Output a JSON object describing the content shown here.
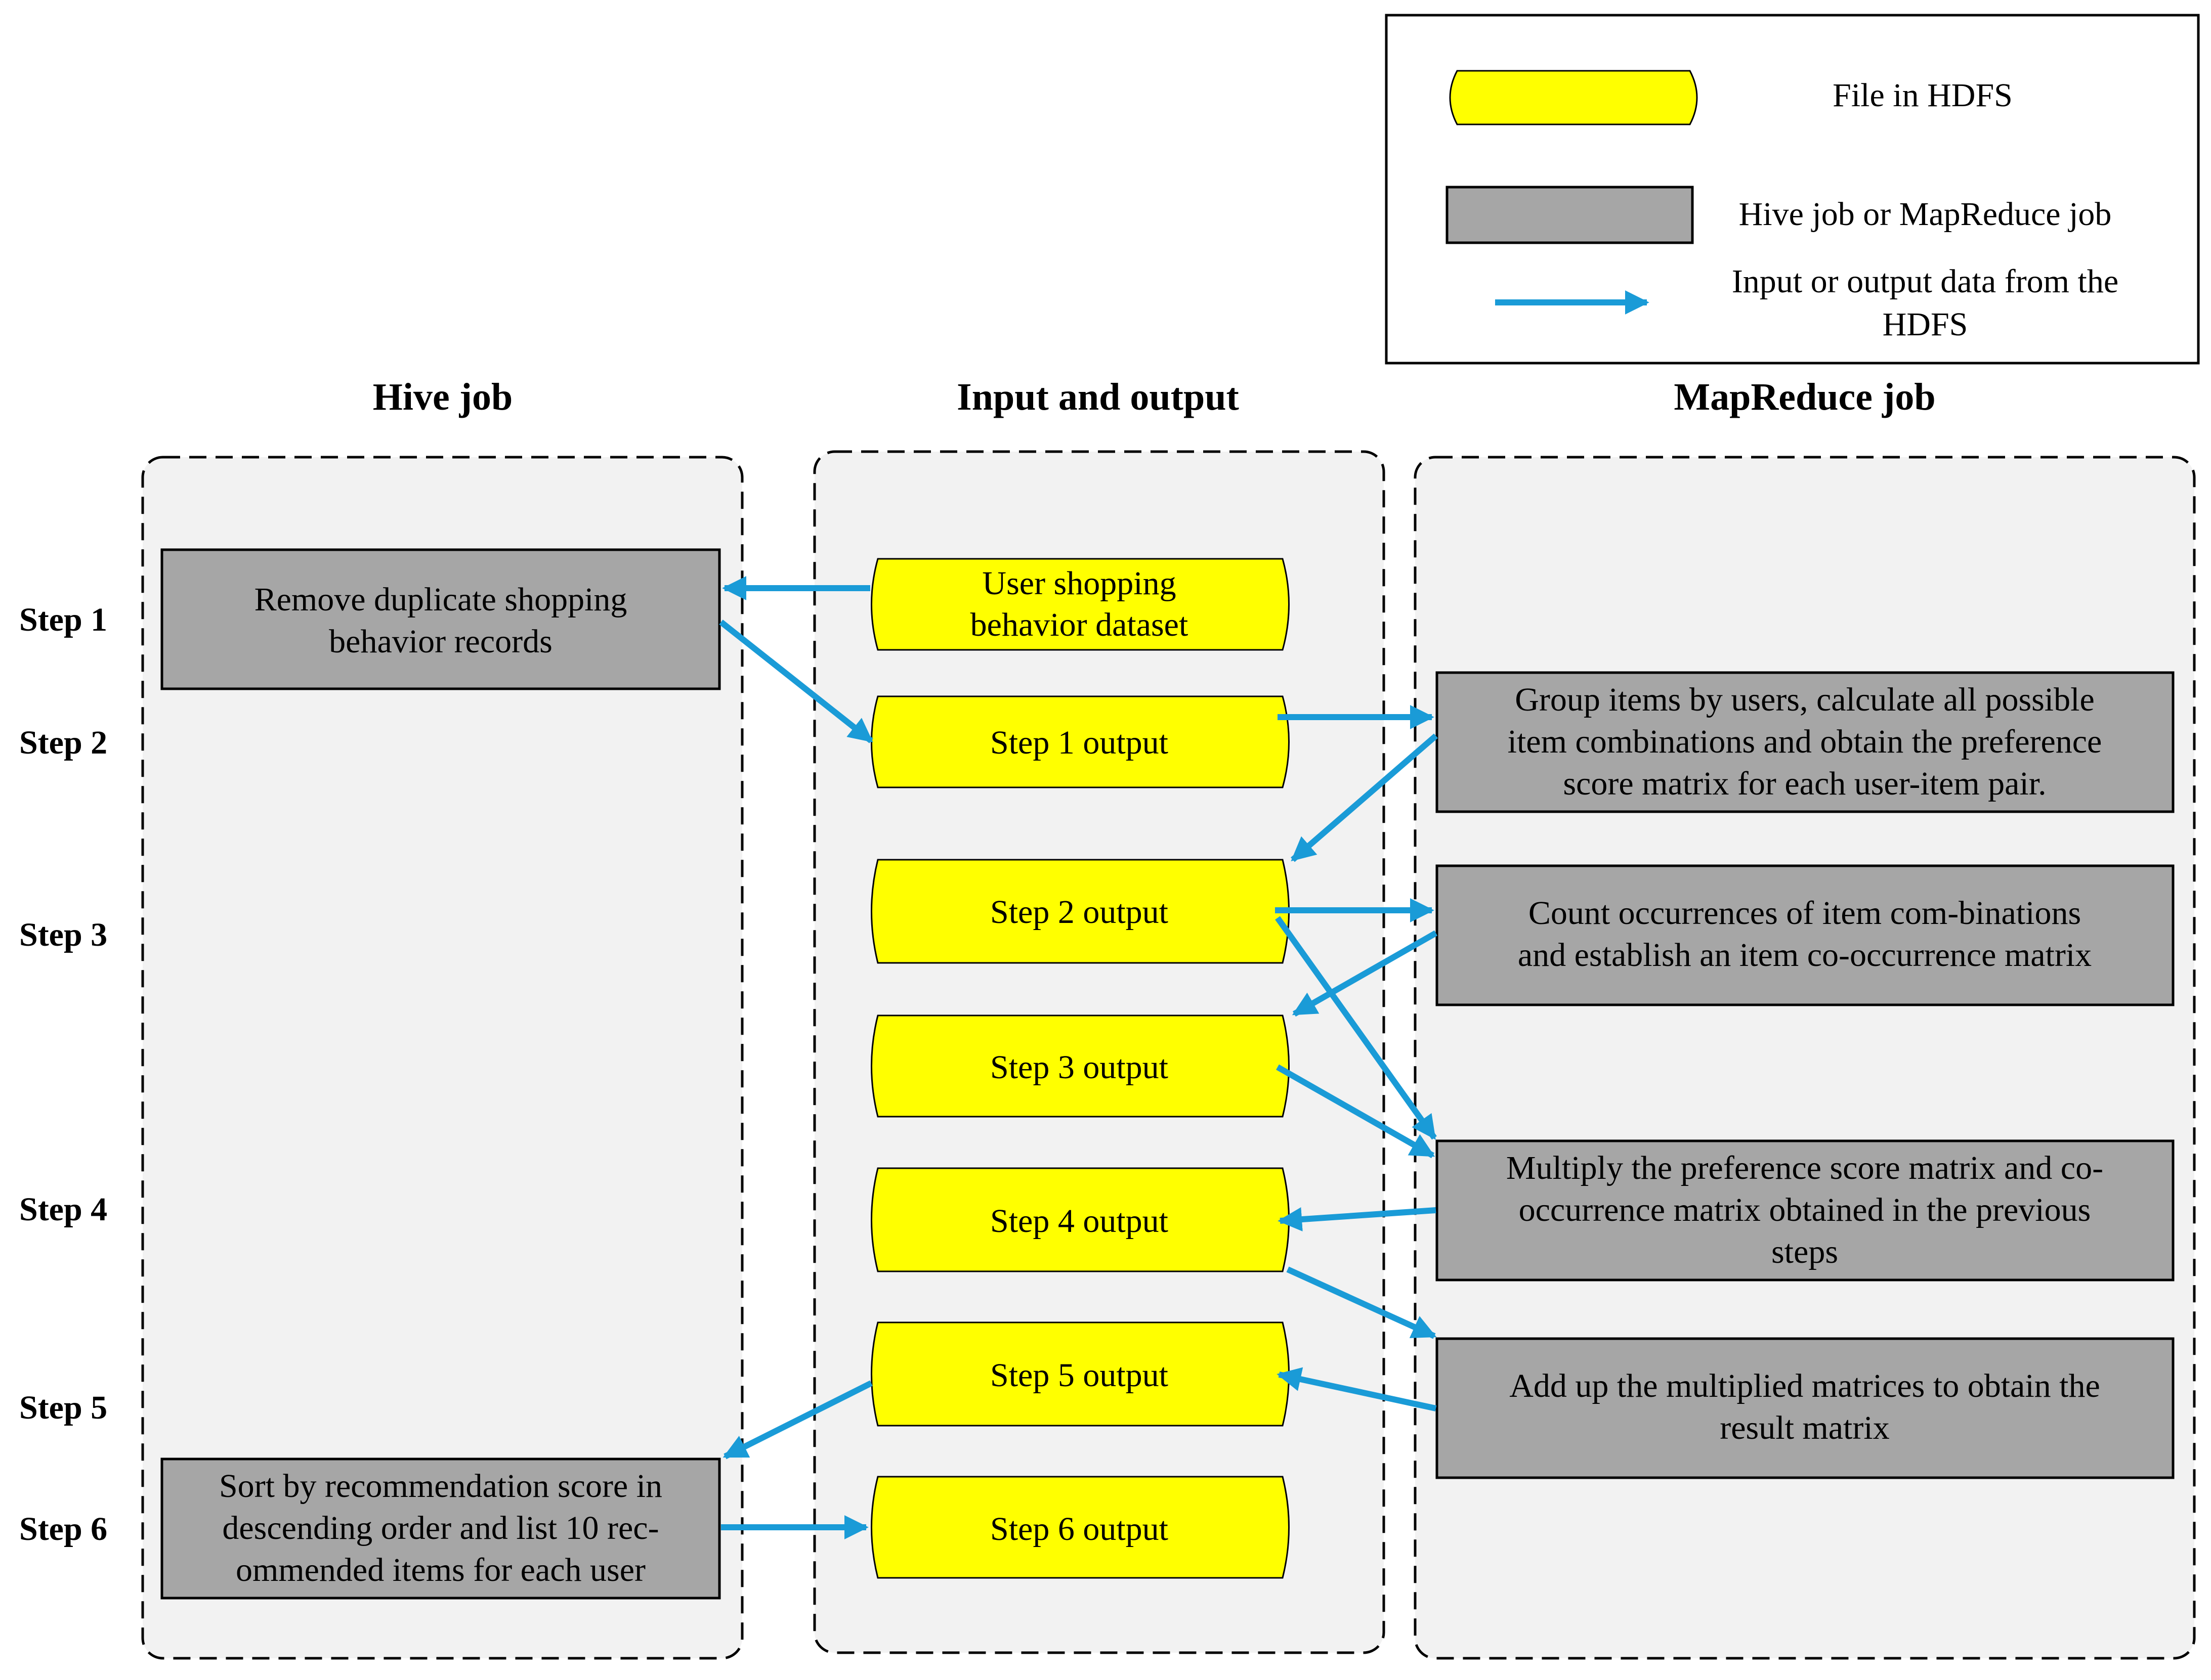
{
  "legend": {
    "file_label": "File in HDFS",
    "job_label": "Hive job or MapReduce job",
    "arrow_label_line1": "Input or output data from the",
    "arrow_label_line2": "HDFS"
  },
  "columns": {
    "hive": "Hive job",
    "io": "Input and output",
    "mapreduce": "MapReduce job"
  },
  "steps": [
    "Step 1",
    "Step 2",
    "Step 3",
    "Step 4",
    "Step 5",
    "Step 6"
  ],
  "hive_jobs": {
    "remove_duplicates": [
      "Remove duplicate shopping",
      "behavior records"
    ],
    "sort_recommend": [
      "Sort by recommendation score in",
      "descending order and list 10 rec-",
      "ommended items for each user"
    ]
  },
  "files": {
    "dataset": [
      "User shopping",
      "behavior dataset"
    ],
    "step1": [
      "Step 1 output"
    ],
    "step2": [
      "Step 2 output"
    ],
    "step3": [
      "Step 3 output"
    ],
    "step4": [
      "Step 4 output"
    ],
    "step5": [
      "Step 5 output"
    ],
    "step6": [
      "Step 6 output"
    ]
  },
  "mapreduce_jobs": {
    "group_items": [
      "Group items by users, calculate all possible",
      "item combinations and obtain the preference",
      "score matrix for each user-item pair."
    ],
    "count_occurrences": [
      "Count occurrences of item com-binations",
      "and establish an item co-occurrence matrix"
    ],
    "multiply": [
      "Multiply the preference score matrix and co-",
      "occurrence matrix obtained in the previous",
      "steps"
    ],
    "add_up": [
      "Add up the multiplied matrices to obtain the",
      "result matrix"
    ]
  },
  "colors": {
    "file_fill": "#ffff00",
    "job_fill": "#a6a6a6",
    "panel_fill": "#f2f2f2",
    "arrow": "#1a9bd7",
    "outline": "#000000"
  }
}
